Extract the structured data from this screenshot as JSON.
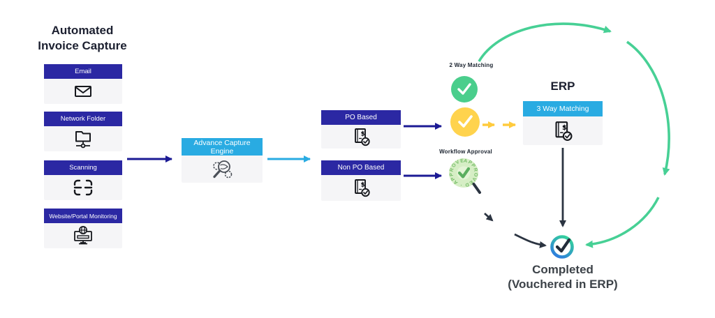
{
  "title": {
    "line1": "Automated",
    "line2": "Invoice Capture"
  },
  "sources": [
    {
      "label": "Email",
      "icon": "envelope-icon"
    },
    {
      "label": "Network Folder",
      "icon": "network-folder-icon"
    },
    {
      "label": "Scanning",
      "icon": "scan-frame-icon"
    },
    {
      "label": "Website/Portal Monitoring",
      "icon": "monitor-globe-icon"
    }
  ],
  "engine": {
    "label": "Advance Capture Engine",
    "icon": "magnifier-gears-icon"
  },
  "classification": [
    {
      "label": "PO Based",
      "icon": "invoice-check-icon"
    },
    {
      "label": "Non PO Based",
      "icon": "invoice-check-icon"
    }
  ],
  "matching": {
    "two_way_label": "2 Way Matching",
    "workflow_label": "Workflow Approval",
    "stamp_text": "APPROVED · APPROVED ·"
  },
  "erp": {
    "title": "ERP",
    "box_label": "3 Way Matching",
    "icon": "invoice-check-icon"
  },
  "completed": {
    "line1": "Completed",
    "line2": "(Vouchered in ERP)"
  },
  "colors": {
    "header_indigo": "#2b28a3",
    "header_lightblue": "#29abe2",
    "arrow_navy": "#1b1a94",
    "arrow_lightblue": "#29abe2",
    "arrow_yellow": "#ffcb3d",
    "arrow_dark": "#2b3441",
    "arrow_green": "#47d095",
    "circle_green": "#4ace8c",
    "circle_yellow": "#ffd34d",
    "stamp_fill": "#d6eec5",
    "stamp_green": "#76bd68",
    "completed_gradient_top": "#35d49a",
    "completed_gradient_bottom": "#2d7be0"
  }
}
